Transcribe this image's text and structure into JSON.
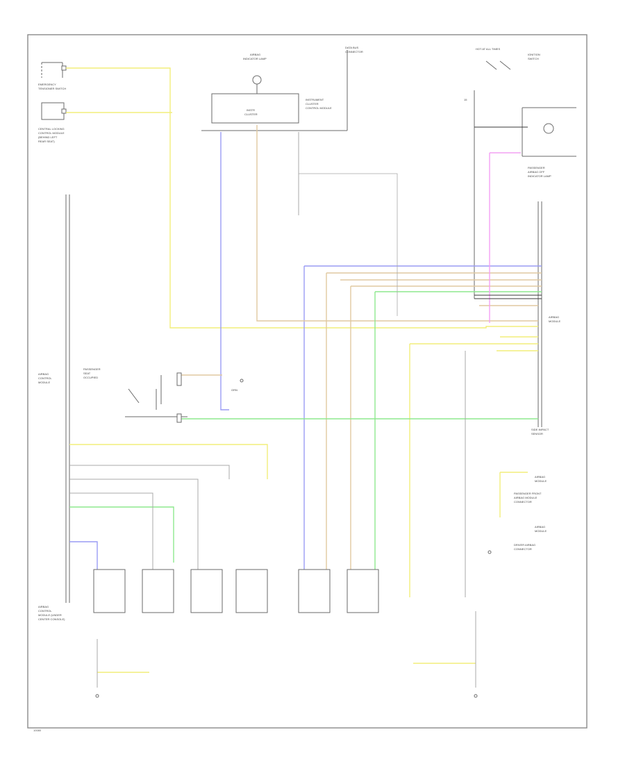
{
  "colors": {
    "yellow": "#f2ee7a",
    "blue": "#9a9cf4",
    "tan": "#e0c9a0",
    "green": "#8ee88e",
    "pink": "#f4a0f4",
    "gray": "#a8a8a8",
    "black": "#3a3a3a",
    "frame": "#8a8a8a"
  },
  "icons": {
    "ground": "ground-symbol",
    "switch": "switch-symbol",
    "lamp": "lamp-symbol",
    "connector": "connector-symbol"
  },
  "diagram": {
    "footer_code": "10080"
  }
}
